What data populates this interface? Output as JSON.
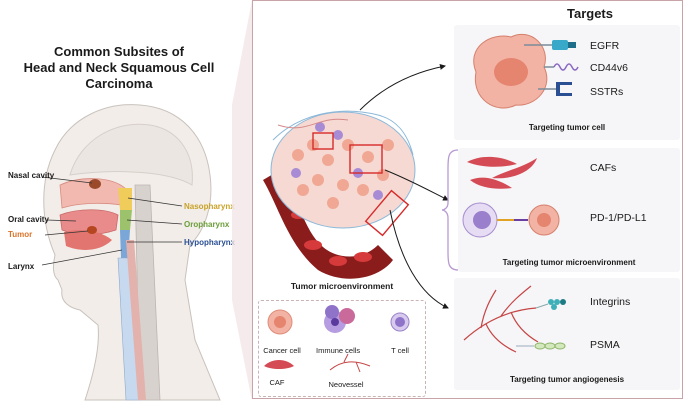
{
  "left": {
    "title_line1": "Common Subsites of",
    "title_line2": "Head and Neck Squamous Cell Carcinoma",
    "labels": {
      "nasal_cavity": "Nasal cavity",
      "oral_cavity": "Oral  cavity",
      "tumor": "Tumor",
      "larynx": "Larynx",
      "nasopharynx": "Nasopharynx",
      "oropharynx": "Oropharynx",
      "hypopharynx": "Hypopharynx"
    }
  },
  "center": {
    "caption": "Tumor microenvironment"
  },
  "legend": {
    "cancer_cell": "Cancer cell",
    "immune_cells": "Immune cells",
    "t_cell": "T cell",
    "caf": "CAF",
    "neovessel": "Neovessel"
  },
  "targets": {
    "title": "Targets",
    "tumor_cell": {
      "caption": "Targeting  tumor cell",
      "items": [
        "EGFR",
        "CD44v6",
        "SSTRs"
      ]
    },
    "microenvironment": {
      "caption": "Targeting tumor microenvironment",
      "items": [
        "CAFs",
        "PD-1/PD-L1"
      ]
    },
    "angiogenesis": {
      "caption": "Targeting tumor angiogenesis",
      "items": [
        "Integrins",
        "PSMA"
      ]
    }
  },
  "colors": {
    "panel_border": "#c8a4a8",
    "tumor_label": "#d9742b",
    "nasopharynx": "#c9a227",
    "oropharynx": "#6c9e3a",
    "hypopharynx": "#2a4f93",
    "cancer_cell": "#e59a8a",
    "vessel": "#8b1c1c",
    "caf": "#d44b55"
  }
}
